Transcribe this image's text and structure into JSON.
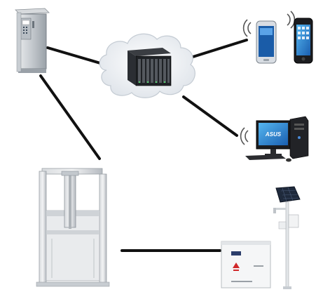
{
  "diagram": {
    "nodes": [
      {
        "id": "outdoor-cabinet",
        "icon": "outdoor-control-cabinet-icon"
      },
      {
        "id": "cloud-server",
        "icon": "cloud-server-icon"
      },
      {
        "id": "smartphones",
        "icon": "smartphone-pair-icon"
      },
      {
        "id": "desktop-pc",
        "icon": "desktop-computer-icon",
        "brand_text": "ASUS"
      },
      {
        "id": "sluice-gate",
        "icon": "sluice-gate-icon"
      },
      {
        "id": "control-box",
        "icon": "control-box-icon"
      },
      {
        "id": "solar-pole",
        "icon": "solar-monitoring-pole-icon"
      }
    ],
    "links": [
      {
        "from": "outdoor-cabinet",
        "to": "cloud-server"
      },
      {
        "from": "cloud-server",
        "to": "smartphones"
      },
      {
        "from": "cloud-server",
        "to": "desktop-pc"
      },
      {
        "from": "outdoor-cabinet",
        "to": "sluice-gate"
      },
      {
        "from": "sluice-gate",
        "to": "control-box"
      }
    ],
    "colors": {
      "line": "#111111",
      "cabinet_metal": "#c9cdd1",
      "cloud_fill": "#f4f6f8",
      "phone_blue": "#2a5aa8",
      "screen_blue": "#1e7fd0",
      "accent_red": "#d0282a"
    }
  }
}
